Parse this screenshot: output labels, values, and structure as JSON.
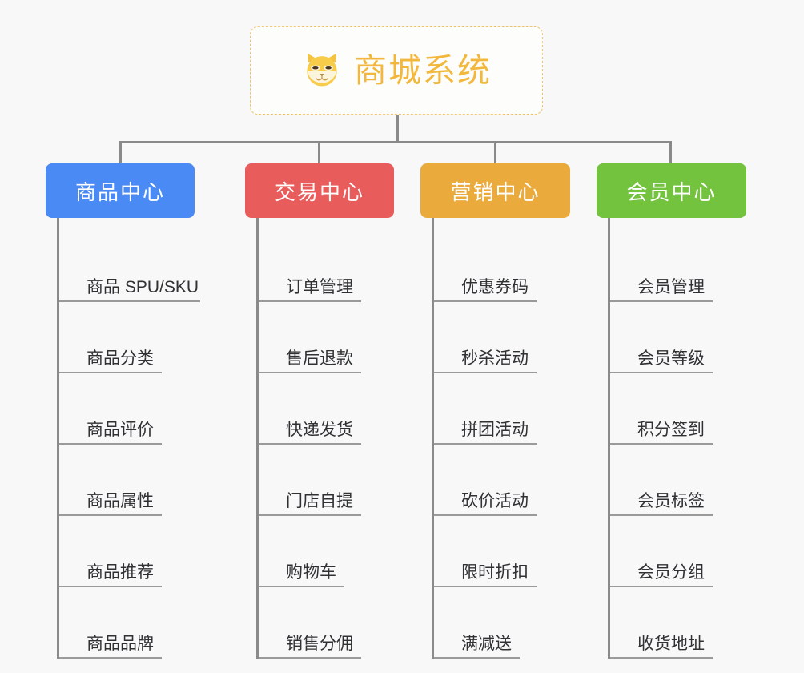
{
  "background_color": "#f8f8f8",
  "root": {
    "title": "商城系统",
    "icon": "shiba-dog-face-icon",
    "text_color": "#f2b83d",
    "border_color": "#f0c46a"
  },
  "columns": [
    {
      "header": "商品中心",
      "color": "#4a8af4",
      "items": [
        "商品 SPU/SKU",
        "商品分类",
        "商品评价",
        "商品属性",
        "商品推荐",
        "商品品牌"
      ]
    },
    {
      "header": "交易中心",
      "color": "#e85c5c",
      "items": [
        "订单管理",
        "售后退款",
        "快递发货",
        "门店自提",
        "购物车",
        "销售分佣"
      ]
    },
    {
      "header": "营销中心",
      "color": "#eaab3c",
      "items": [
        "优惠券码",
        "秒杀活动",
        "拼团活动",
        "砍价活动",
        "限时折扣",
        "满减送"
      ]
    },
    {
      "header": "会员中心",
      "color": "#73c33e",
      "items": [
        "会员管理",
        "会员等级",
        "积分签到",
        "会员标签",
        "会员分组",
        "收货地址"
      ]
    }
  ]
}
